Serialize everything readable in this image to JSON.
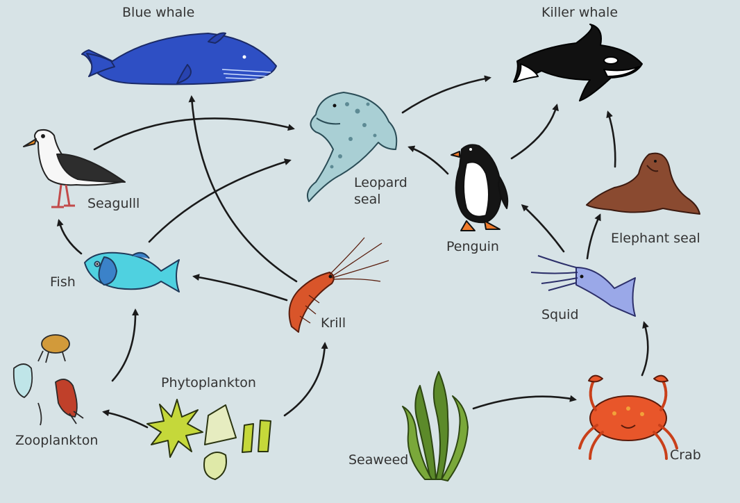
{
  "diagram": {
    "organisms": {
      "blue_whale": "Blue whale",
      "killer_whale": "Killer whale",
      "seagull": "Seagulll",
      "leopard_seal": "Leopard\nseal",
      "penguin": "Penguin",
      "elephant_seal": "Elephant seal",
      "fish": "Fish",
      "krill": "Krill",
      "squid": "Squid",
      "phytoplankton": "Phytoplankton",
      "zooplankton": "Zooplankton",
      "seaweed": "Seaweed",
      "crab": "Crab"
    },
    "feeding_links": [
      {
        "from": "Phytoplankton",
        "to": "Zooplankton"
      },
      {
        "from": "Phytoplankton",
        "to": "Krill"
      },
      {
        "from": "Zooplankton",
        "to": "Fish"
      },
      {
        "from": "Fish",
        "to": "Seagulll"
      },
      {
        "from": "Fish",
        "to": "Leopard seal"
      },
      {
        "from": "Krill",
        "to": "Fish"
      },
      {
        "from": "Krill",
        "to": "Blue whale"
      },
      {
        "from": "Seagulll",
        "to": "Leopard seal"
      },
      {
        "from": "Penguin",
        "to": "Leopard seal"
      },
      {
        "from": "Leopard seal",
        "to": "Killer whale"
      },
      {
        "from": "Penguin",
        "to": "Killer whale"
      },
      {
        "from": "Elephant seal",
        "to": "Killer whale"
      },
      {
        "from": "Squid",
        "to": "Penguin"
      },
      {
        "from": "Squid",
        "to": "Elephant seal"
      },
      {
        "from": "Crab",
        "to": "Squid"
      },
      {
        "from": "Seaweed",
        "to": "Crab"
      }
    ],
    "colors": {
      "background": "#d7e3e6",
      "arrow": "#1a1a1a",
      "label": "#333333",
      "blue_whale": "#2e4fc4",
      "killer_whale": "#111111",
      "fish": "#4fd1e0",
      "leopard_seal": "#a9cfd4",
      "elephant_seal": "#8a4a30",
      "krill": "#d9552a",
      "squid": "#9aa8e8",
      "crab": "#e8562a",
      "phytoplankton": "#c5d83a",
      "seaweed": "#5c8a2a"
    }
  }
}
